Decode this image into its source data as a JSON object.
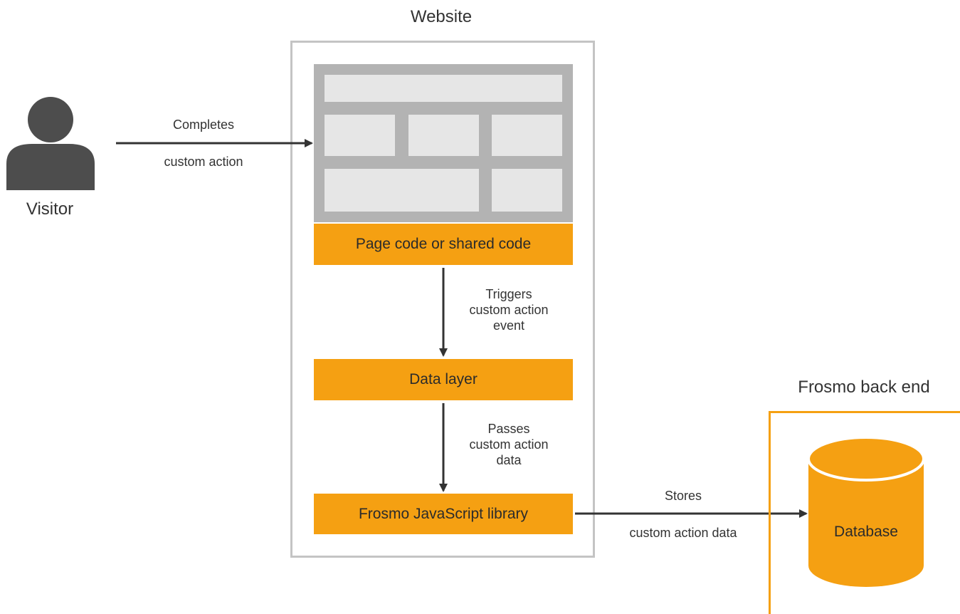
{
  "website": {
    "title": "Website",
    "boxes": {
      "page_code": "Page code or shared code",
      "data_layer": "Data layer",
      "js_library": "Frosmo JavaScript library"
    }
  },
  "visitor": {
    "label": "Visitor",
    "arrow_label_top": "Completes",
    "arrow_label_bottom": "custom action"
  },
  "flow": {
    "triggers": [
      "Triggers",
      "custom action",
      "event"
    ],
    "passes": [
      "Passes",
      "custom action",
      "data"
    ],
    "stores_top": "Stores",
    "stores_bottom": "custom action data"
  },
  "backend": {
    "title": "Frosmo back end",
    "database_label": "Database"
  },
  "colors": {
    "accent_orange": "#f5a012",
    "visitor_gray": "#4d4d4d",
    "frame_gray": "#b3b3b3",
    "cell_light": "#e6e6e6"
  }
}
